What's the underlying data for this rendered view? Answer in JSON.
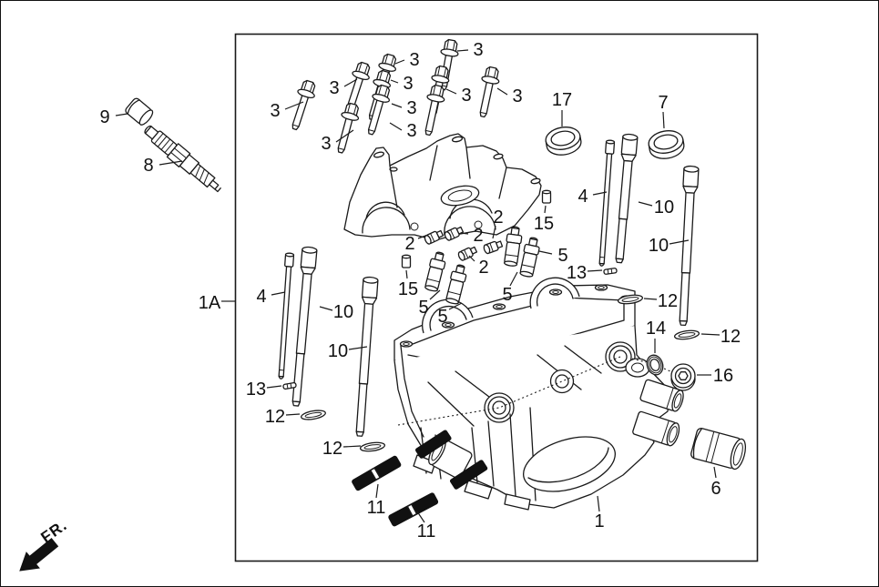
{
  "diagram": {
    "frame": {
      "border_color": "#111111",
      "background": "#ffffff"
    },
    "direction_indicator": "FR.",
    "callouts": {
      "p1": "1",
      "p1a": "1A",
      "p2": "2",
      "p3": "3",
      "p4": "4",
      "p5": "5",
      "p6": "6",
      "p7": "7",
      "p8": "8",
      "p9": "9",
      "p10": "10",
      "p11": "11",
      "p12": "12",
      "p13": "13",
      "p14": "14",
      "p15": "15",
      "p16": "16",
      "p17": "17"
    }
  }
}
